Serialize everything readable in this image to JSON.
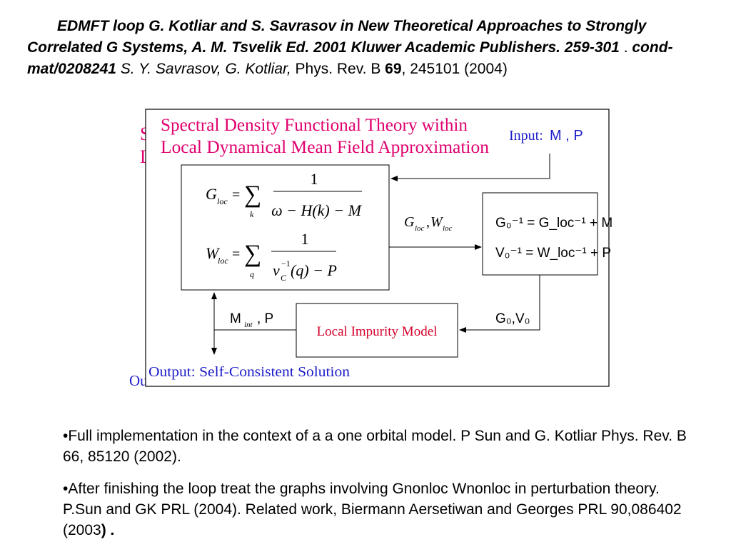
{
  "reference": {
    "title_bold_italic": "EDMFT loop G. Kotliar and S. Savrasov in New Theoretical  Approaches to Strongly Correlated G Systems, A. M. Tsvelik Ed. 2001 Kluwer Academic Publishers. 259-301",
    "sep": " . ",
    "condmat": "cond-mat/0208241",
    "authors_italic": " S. Y. Savrasov, G. Kotliar,",
    "journal": " Phys. Rev. B ",
    "volume": "69",
    "pages": ", 245101 (2004)"
  },
  "diagram": {
    "title_line1": "Spectral Density Functional Theory within",
    "title_line2": "Local Dynamical Mean Field Approximation",
    "title_shadow1": "S",
    "title_shadow2": "L",
    "input_label": "Input:",
    "input_symbols": "M , P",
    "eq1_lhs": "G",
    "eq1_lhs_sub": "loc",
    "eq_equals": "=",
    "sum_symbol": "∑",
    "eq1_sum_sub": "k",
    "numerator": "1",
    "eq1_denominator": "ω − H(k) − M",
    "eq2_lhs": "W",
    "eq2_lhs_sub": "loc",
    "eq2_sum_sub": "q",
    "eq2_denominator_v": "v",
    "eq2_denominator_sup": "−1",
    "eq2_denominator_sub": "C",
    "eq2_denominator_rest": "(q) − P",
    "arrow_label_G": "G",
    "arrow_label_loc": "loc",
    "arrow_label_comma": ",",
    "arrow_label_W": "W",
    "dyson1": "G₀⁻¹ = G_loc⁻¹ + M",
    "dyson2": "V₀⁻¹ = W_loc⁻¹ + P",
    "impurity_model": "Local Impurity Model",
    "mint_label": "M",
    "mint_sub": "int",
    "mint_rest": ", P",
    "g0v0_label": "G₀,V₀",
    "output": "Output: Self-Consistent Solution",
    "output_shadow": "Ou"
  },
  "bullets": [
    "•Full implementation in the context of a a one orbital model. P Sun and G. Kotliar Phys. Rev. B 66, 85120 (2002).",
    "•After finishing the loop treat the graphs involving Gnonloc Wnonloc in perturbation theory. P.Sun and GK  PRL (2004).  Related work, Biermann Aersetiwan and Georges  PRL 90,086402 (2003"
  ],
  "bullet_tail": ") .",
  "colors": {
    "title": "#e0006e",
    "input": "#1c1cc8",
    "impurity": "#d4002a",
    "box_border": "#000000"
  }
}
